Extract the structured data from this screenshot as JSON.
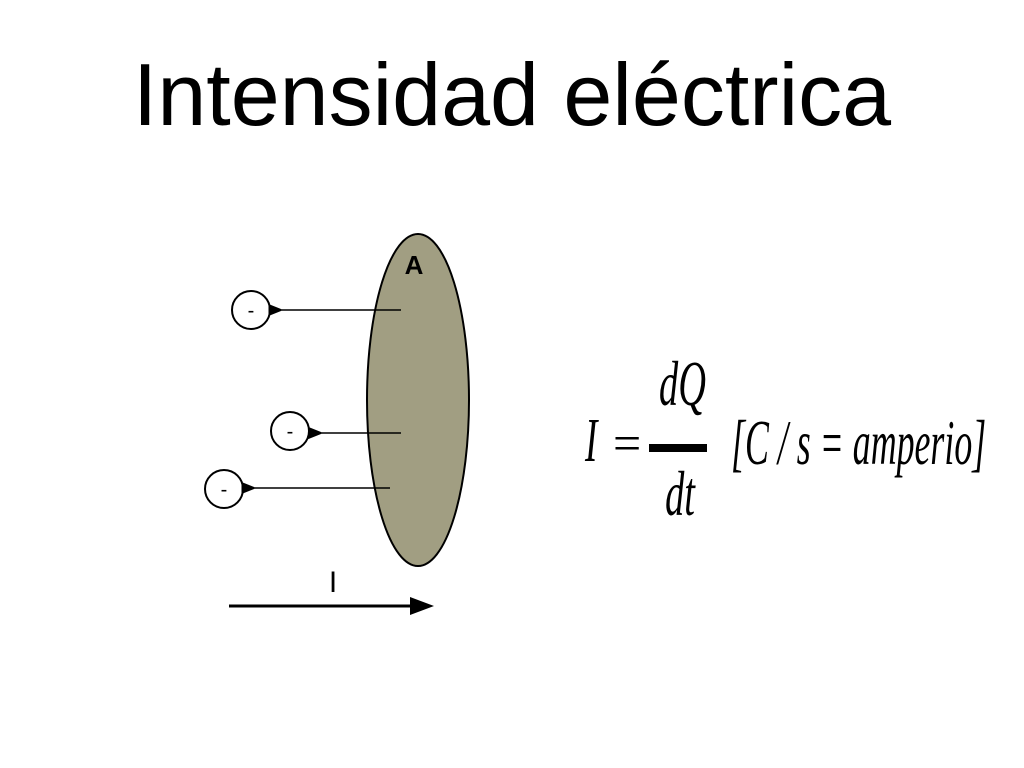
{
  "slide": {
    "title": "Intensidad eléctrica"
  },
  "diagram": {
    "area_label": "A",
    "current_label": "I",
    "charge_symbol": "-",
    "surface_color": "#a19e82"
  },
  "formula": {
    "lhs": "I",
    "equals": "=",
    "numerator": "dQ",
    "denominator": "dt",
    "units": "[C / s = amperio]"
  }
}
